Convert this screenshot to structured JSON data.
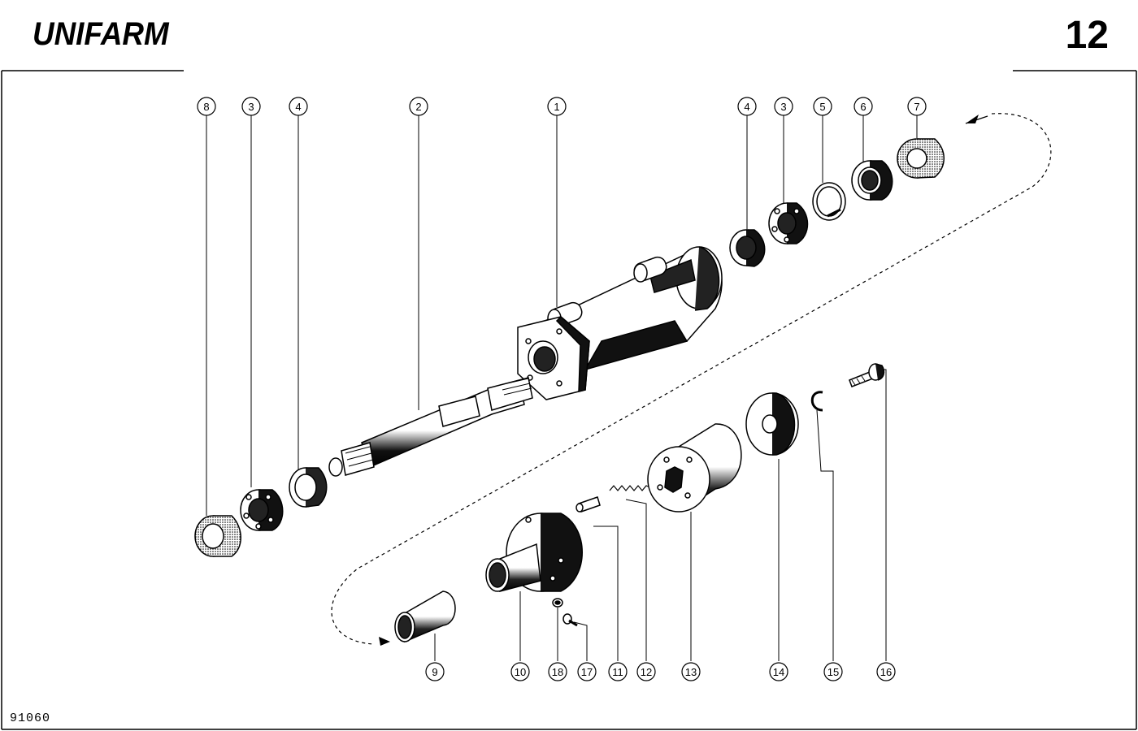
{
  "header": {
    "brand": "UNIFARM",
    "page_number": "12"
  },
  "footer": {
    "drawing_code": "91060"
  },
  "callouts": [
    {
      "id": "c8-top",
      "label": "8"
    },
    {
      "id": "c3-left",
      "label": "3"
    },
    {
      "id": "c4-left",
      "label": "4"
    },
    {
      "id": "c2",
      "label": "2"
    },
    {
      "id": "c1",
      "label": "1"
    },
    {
      "id": "c4-right",
      "label": "4"
    },
    {
      "id": "c3-right",
      "label": "3"
    },
    {
      "id": "c5",
      "label": "5"
    },
    {
      "id": "c6",
      "label": "6"
    },
    {
      "id": "c7",
      "label": "7"
    },
    {
      "id": "c9",
      "label": "9"
    },
    {
      "id": "c10",
      "label": "10"
    },
    {
      "id": "c18",
      "label": "18"
    },
    {
      "id": "c17",
      "label": "17"
    },
    {
      "id": "c11",
      "label": "11"
    },
    {
      "id": "c12",
      "label": "12"
    },
    {
      "id": "c13",
      "label": "13"
    },
    {
      "id": "c14",
      "label": "14"
    },
    {
      "id": "c15",
      "label": "15"
    },
    {
      "id": "c16",
      "label": "16"
    }
  ],
  "colors": {
    "ink": "#000000",
    "shade": "#333333",
    "paper": "#ffffff"
  }
}
